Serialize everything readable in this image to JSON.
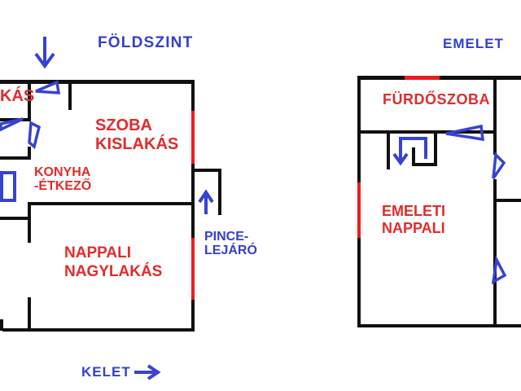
{
  "colors": {
    "background": "#ffffff",
    "wall_black": "#101010",
    "accent_red": "#ee1c1c",
    "text_red": "#e12b2b",
    "text_blue": "#3340cf",
    "shape_blue": "#3743d2"
  },
  "floors": {
    "ground": {
      "header": "FÖLDSZINT",
      "rooms": {
        "szoba": {
          "line1": "SZOBA",
          "line2": "KISLAKÁS"
        },
        "konyha": {
          "line1": "KONYHA",
          "line2": "-ÉTKEZŐ"
        },
        "nappali": {
          "line1": "NAPPALI",
          "line2": "NAGYLAKÁS"
        },
        "kas_partial": "KÁS",
        "pince": {
          "line1": "PINCE-",
          "line2": "LEJÁRÓ"
        }
      },
      "compass_label": "KELET"
    },
    "upper": {
      "header": "EMELET",
      "rooms": {
        "furdoszoba": "FÜRDŐSZOBA",
        "emeleti_nappali": {
          "line1": "EMELETI",
          "line2": "NAPPALI"
        }
      }
    }
  },
  "annotations": {
    "entrance_arrow": "down-arrow at ground-floor entrance",
    "basement_arrow": "up-arrow at basement stairs",
    "east_arrow": "right-arrow marking east direction",
    "staircase_arrow": "u-turn arrow on upper-floor staircase",
    "door_markers": "blue door swing wedges",
    "window_markers": "red wall segments"
  }
}
